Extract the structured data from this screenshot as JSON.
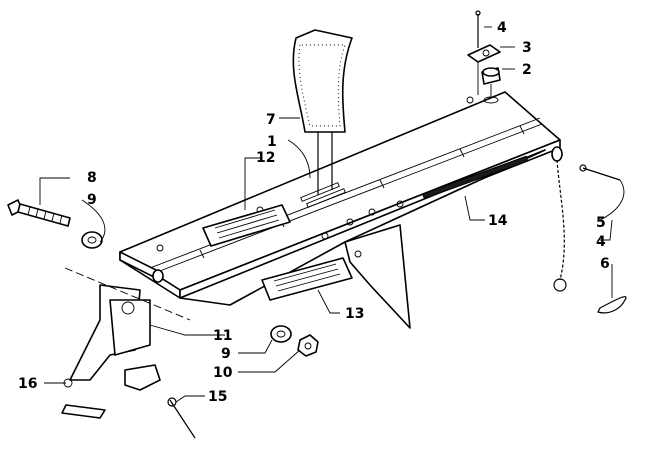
{
  "callouts": {
    "c1": "1",
    "c2": "2",
    "c3": "3",
    "c4a": "4",
    "c4b": "4",
    "c5": "5",
    "c6": "6",
    "c7": "7",
    "c8": "8",
    "c9a": "9",
    "c9b": "9",
    "c10": "10",
    "c11": "11",
    "c12": "12",
    "c13": "13",
    "c14": "14",
    "c15": "15",
    "c16": "16"
  }
}
